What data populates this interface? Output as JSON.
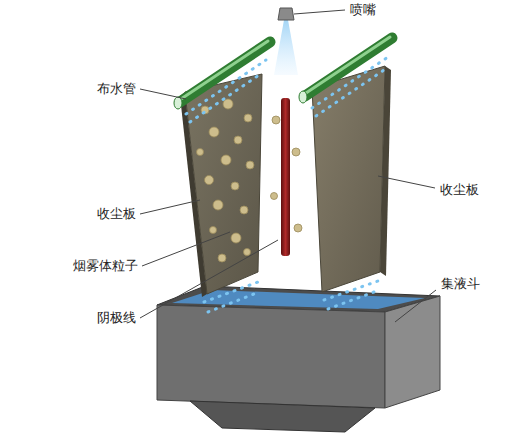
{
  "diagram": {
    "labels": [
      "喷嘴",
      "布水管",
      "收尘板",
      "收尘板",
      "烟雾体粒子",
      "集液斗",
      "阴极线"
    ]
  }
}
